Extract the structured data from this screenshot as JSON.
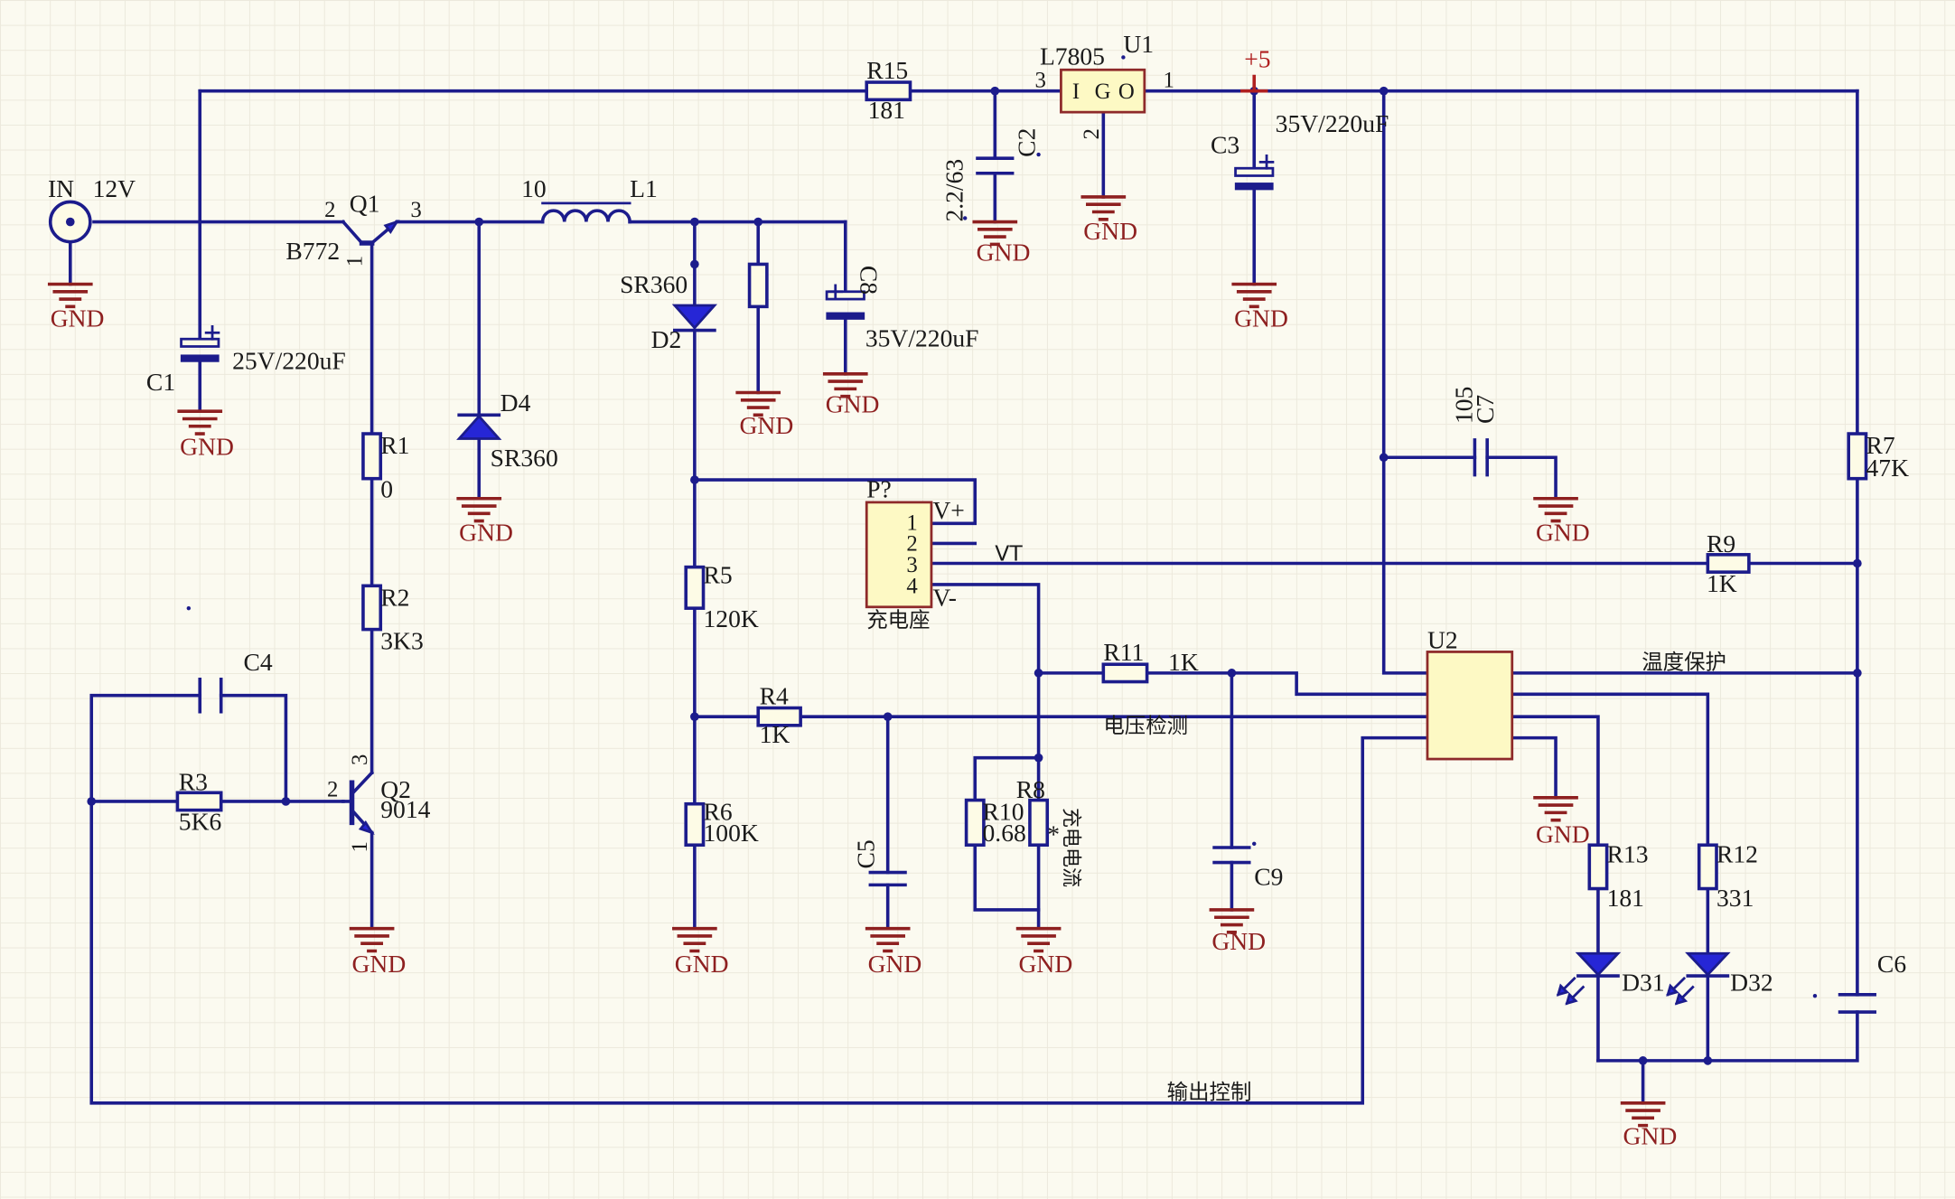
{
  "labels": {
    "in": "IN",
    "v12": "12V",
    "q1": "Q1",
    "b772": "B772",
    "q2": "Q2",
    "q9014": "9014",
    "r15": "R15",
    "r15v": "181",
    "l7805": "L7805",
    "u1": "U1",
    "u1i": "I",
    "u1g": "G",
    "u1o": "O",
    "vcc5": "+5",
    "c1": "C1",
    "c1v": "25V/220uF",
    "c2": "C2",
    "c2v": "2.2/63",
    "c3": "C3",
    "c3v": "35V/220uF",
    "c8": "C8",
    "c8v": "35V/220uF",
    "c4": "C4",
    "c5": "C5",
    "c6": "C6",
    "c7": "C7",
    "c7v": "105",
    "c9": "C9",
    "l1": "L1",
    "l1v": "10",
    "d2": "D2",
    "d2v": "SR360",
    "d4": "D4",
    "d4v": "SR360",
    "r1": "R1",
    "r1v": "0",
    "r2": "R2",
    "r2v": "3K3",
    "r3": "R3",
    "r3v": "5K6",
    "r4": "R4",
    "r4v": "1K",
    "r5": "R5",
    "r5v": "120K",
    "r6": "R6",
    "r6v": "100K",
    "r7": "R7",
    "r7v": "47K",
    "r9": "R9",
    "r9v": "1K",
    "r10": "R10",
    "r10v": "0.68",
    "r8": "R8",
    "r8v": "*",
    "r11": "R11",
    "r11v": "1K",
    "r13": "R13",
    "r13v": "181",
    "r12": "R12",
    "r12v": "331",
    "d31": "D31",
    "d32": "D32",
    "p": "P?",
    "p1": "1",
    "p2": "2",
    "p3": "3",
    "p4": "4",
    "pvp": "V+",
    "pvm": "V-",
    "pname": "充电座",
    "u2": "U2",
    "vt": "VT",
    "temp": "温度保护",
    "volt": "电压检测",
    "cur": "充电电流",
    "out": "输出控制",
    "gnd": "GND",
    "pin_1": "1",
    "pin_2": "2",
    "pin_3": "3"
  }
}
